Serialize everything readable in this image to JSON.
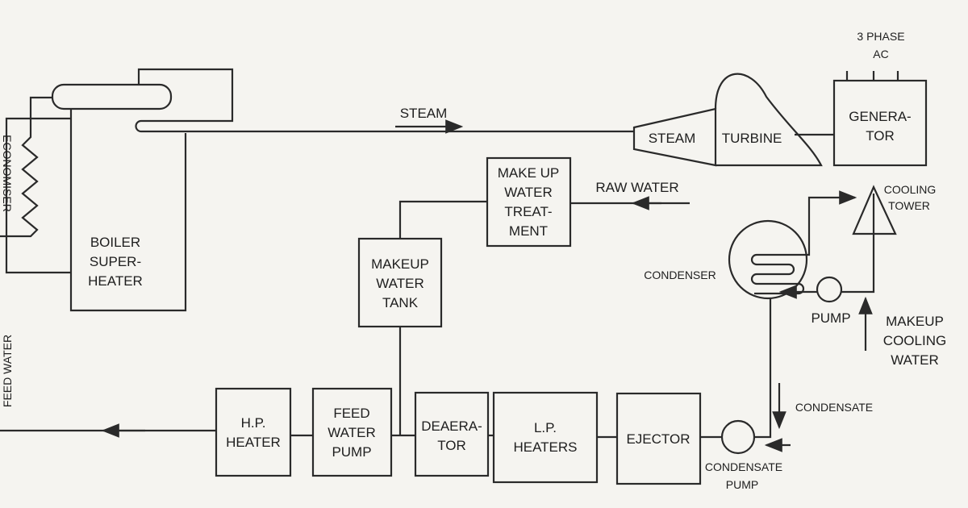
{
  "labels": {
    "economiser": "ECONOMISER",
    "feed_water": "FEED WATER",
    "boiler": [
      "BOILER",
      "SUPER-",
      "HEATER"
    ],
    "steam": "STEAM",
    "steam_turbine_left": "STEAM",
    "steam_turbine_right": "TURBINE",
    "generator": [
      "GENERA-",
      "TOR"
    ],
    "three_phase": [
      "3 PHASE",
      "AC"
    ],
    "makeup_treatment": [
      "MAKE UP",
      "WATER",
      "TREAT-",
      "MENT"
    ],
    "raw_water": "RAW WATER",
    "makeup_tank": [
      "MAKEUP",
      "WATER",
      "TANK"
    ],
    "cooling_tower": [
      "COOLING",
      "TOWER"
    ],
    "condenser": "CONDENSER",
    "pump": "PUMP",
    "makeup_cooling_water": [
      "MAKEUP",
      "COOLING",
      "WATER"
    ],
    "condensate": "CONDENSATE",
    "condensate_pump": [
      "CONDENSATE",
      "PUMP"
    ],
    "hp_heater": [
      "H.P.",
      "HEATER"
    ],
    "feed_water_pump": [
      "FEED",
      "WATER",
      "PUMP"
    ],
    "deaerator": [
      "DEAERA-",
      "TOR"
    ],
    "lp_heaters": [
      "L.P.",
      "HEATERS"
    ],
    "ejector": "EJECTOR"
  }
}
